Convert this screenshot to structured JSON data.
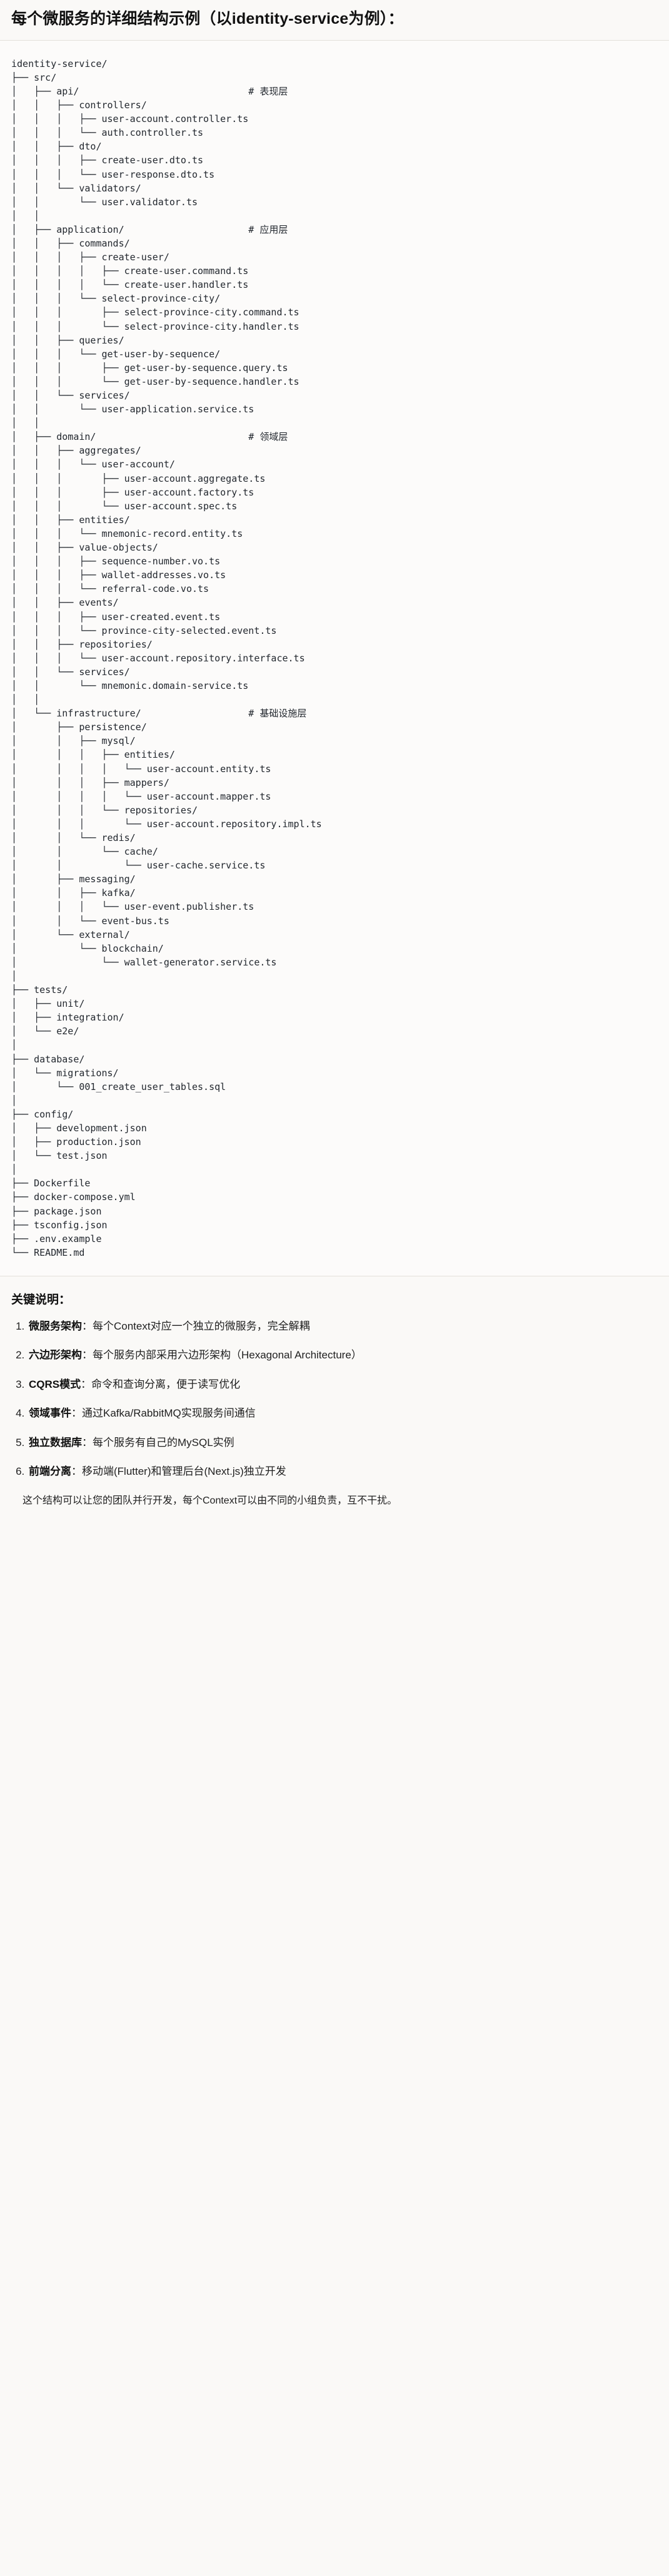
{
  "document": {
    "title": "每个微服务的详细结构示例（以identity-service为例）："
  },
  "tree": {
    "root": "identity-service/",
    "text": "identity-service/\n├── src/\n│   ├── api/                              # 表现层\n│   │   ├── controllers/\n│   │   │   ├── user-account.controller.ts\n│   │   │   └── auth.controller.ts\n│   │   ├── dto/\n│   │   │   ├── create-user.dto.ts\n│   │   │   └── user-response.dto.ts\n│   │   └── validators/\n│   │       └── user.validator.ts\n│   │\n│   ├── application/                      # 应用层\n│   │   ├── commands/\n│   │   │   ├── create-user/\n│   │   │   │   ├── create-user.command.ts\n│   │   │   │   └── create-user.handler.ts\n│   │   │   └── select-province-city/\n│   │   │       ├── select-province-city.command.ts\n│   │   │       └── select-province-city.handler.ts\n│   │   ├── queries/\n│   │   │   └── get-user-by-sequence/\n│   │   │       ├── get-user-by-sequence.query.ts\n│   │   │       └── get-user-by-sequence.handler.ts\n│   │   └── services/\n│   │       └── user-application.service.ts\n│   │\n│   ├── domain/                           # 领域层\n│   │   ├── aggregates/\n│   │   │   └── user-account/\n│   │   │       ├── user-account.aggregate.ts\n│   │   │       ├── user-account.factory.ts\n│   │   │       └── user-account.spec.ts\n│   │   ├── entities/\n│   │   │   └── mnemonic-record.entity.ts\n│   │   ├── value-objects/\n│   │   │   ├── sequence-number.vo.ts\n│   │   │   ├── wallet-addresses.vo.ts\n│   │   │   └── referral-code.vo.ts\n│   │   ├── events/\n│   │   │   ├── user-created.event.ts\n│   │   │   └── province-city-selected.event.ts\n│   │   ├── repositories/\n│   │   │   └── user-account.repository.interface.ts\n│   │   └── services/\n│   │       └── mnemonic.domain-service.ts\n│   │\n│   └── infrastructure/                   # 基础设施层\n│       ├── persistence/\n│       │   ├── mysql/\n│       │   │   ├── entities/\n│       │   │   │   └── user-account.entity.ts\n│       │   │   ├── mappers/\n│       │   │   │   └── user-account.mapper.ts\n│       │   │   └── repositories/\n│       │   │       └── user-account.repository.impl.ts\n│       │   └── redis/\n│       │       └── cache/\n│       │           └── user-cache.service.ts\n│       ├── messaging/\n│       │   ├── kafka/\n│       │   │   └── user-event.publisher.ts\n│       │   └── event-bus.ts\n│       └── external/\n│           └── blockchain/\n│               └── wallet-generator.service.ts\n│\n├── tests/\n│   ├── unit/\n│   ├── integration/\n│   └── e2e/\n│\n├── database/\n│   └── migrations/\n│       └── 001_create_user_tables.sql\n│\n├── config/\n│   ├── development.json\n│   ├── production.json\n│   └── test.json\n│\n├── Dockerfile\n├── docker-compose.yml\n├── package.json\n├── tsconfig.json\n├── .env.example\n└── README.md",
    "layer_comments": [
      "# 表现层",
      "# 应用层",
      "# 领域层",
      "# 基础设施层"
    ]
  },
  "notes": {
    "heading": "关键说明：",
    "items": [
      {
        "key": "微服务架构",
        "desc": "：每个Context对应一个独立的微服务，完全解耦"
      },
      {
        "key": "六边形架构",
        "desc": "：每个服务内部采用六边形架构（Hexagonal Architecture）"
      },
      {
        "key": "CQRS模式",
        "desc": "：命令和查询分离，便于读写优化"
      },
      {
        "key": "领域事件",
        "desc": "：通过Kafka/RabbitMQ实现服务间通信"
      },
      {
        "key": "独立数据库",
        "desc": "：每个服务有自己的MySQL实例"
      },
      {
        "key": "前端分离",
        "desc": "：移动端(Flutter)和管理后台(Next.js)独立开发"
      }
    ],
    "closing": "这个结构可以让您的团队并行开发，每个Context可以由不同的小组负责，互不干扰。"
  },
  "colors": {
    "page_background": "#faf9f7",
    "code_background": "#fcfbfa",
    "rule": "#e3e0da",
    "text": "#1a1a1a",
    "code_text": "#22272e"
  }
}
